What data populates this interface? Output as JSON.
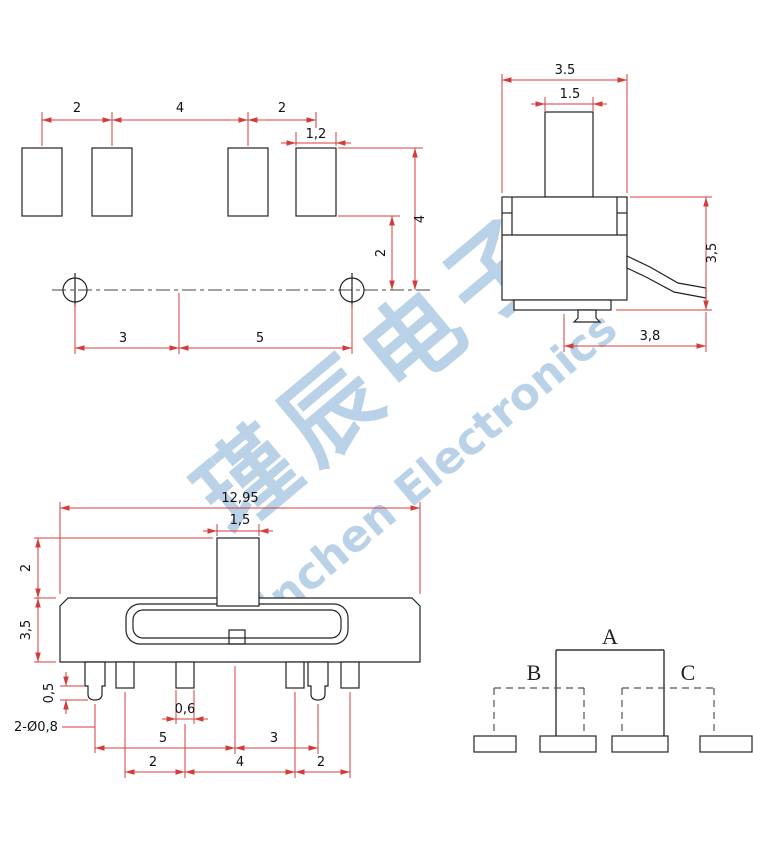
{
  "watermark": {
    "chinese": "瑾辰电子",
    "english": "Jinchen Electronics"
  },
  "colors": {
    "dimension_lines": "#d43c3c",
    "drawing_lines": "#222222",
    "watermark": "#aac8e2"
  },
  "footprint": {
    "dim_pitch_left": "2",
    "dim_pitch_mid": "4",
    "dim_pitch_right": "2",
    "dim_pad_width": "1,2",
    "dim_height_outer": "4",
    "dim_height_inner": "2",
    "dim_hole_left": "3",
    "dim_hole_right": "5"
  },
  "side": {
    "dim_body_width": "3.5",
    "dim_actuator_width": "1.5",
    "dim_body_height": "3,5",
    "dim_terminal_reach": "3,8"
  },
  "front": {
    "dim_total_width": "12,95",
    "dim_actuator_width": "1,5",
    "dim_actuator_height": "2",
    "dim_body_height": "3,5",
    "dim_peg_height": "0,5",
    "dim_peg_holes": "2-Ø0,8",
    "dim_pin_width": "0,6",
    "dim_peg_left": "5",
    "dim_peg_right": "3",
    "dim_pin_left": "2",
    "dim_pin_mid": "4",
    "dim_pin_right": "2"
  },
  "schematic": {
    "label_a": "A",
    "label_b": "B",
    "label_c": "C"
  }
}
